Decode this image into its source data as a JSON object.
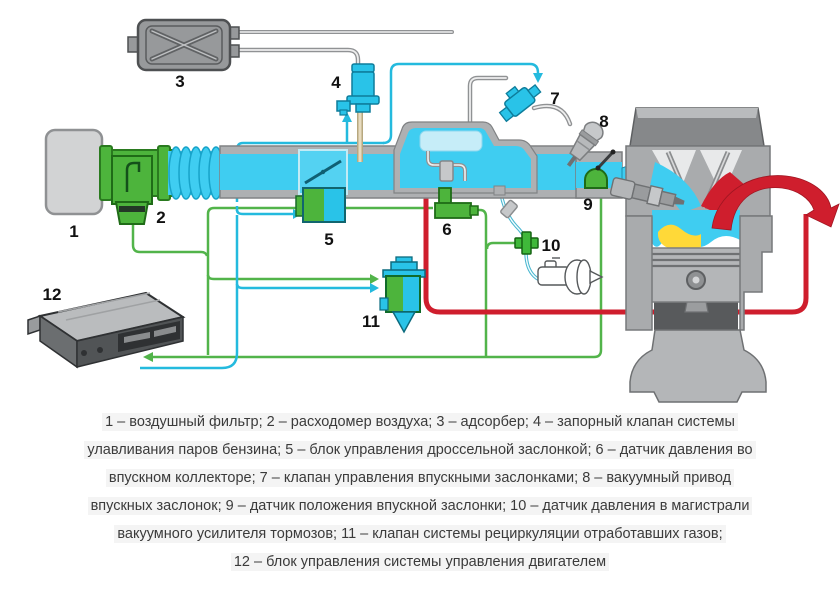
{
  "diagram": {
    "labels": {
      "n1": "1",
      "n2": "2",
      "n3": "3",
      "n4": "4",
      "n5": "5",
      "n6": "6",
      "n7": "7",
      "n8": "8",
      "n9": "9",
      "n10": "10",
      "n11": "11",
      "n12": "12"
    },
    "colors": {
      "intake_air": "#3fcdf1",
      "plenum_light": "#c6edf8",
      "component_green": "#4db43c",
      "sensor_wire_green": "#52b44a",
      "control_wire_cyan": "#24bade",
      "exhaust_red": "#cf1e2d",
      "metal_gray": "#aeb0b2",
      "vacuum_hose_gray": "#909294"
    }
  },
  "caption": {
    "lines": [
      "1 – воздушный фильтр; 2 – расходомер воздуха; 3 – адсорбер; 4 – запорный клапан системы",
      "улавливания паров бензина; 5 – блок управления дроссельной заслонкой; 6 – датчик давления во",
      "впускном коллекторе;  7 – клапан управления впускными заслонками; 8 – вакуумный привод",
      "впускных заслонок; 9 – датчик положения впускной заслонки; 10 – датчик давления в магистрали",
      "вакуумного усилителя тормозов; 11 – клапан системы рециркуляции отработавших газов;",
      "12 – блок управления системы управления двигателем"
    ]
  }
}
